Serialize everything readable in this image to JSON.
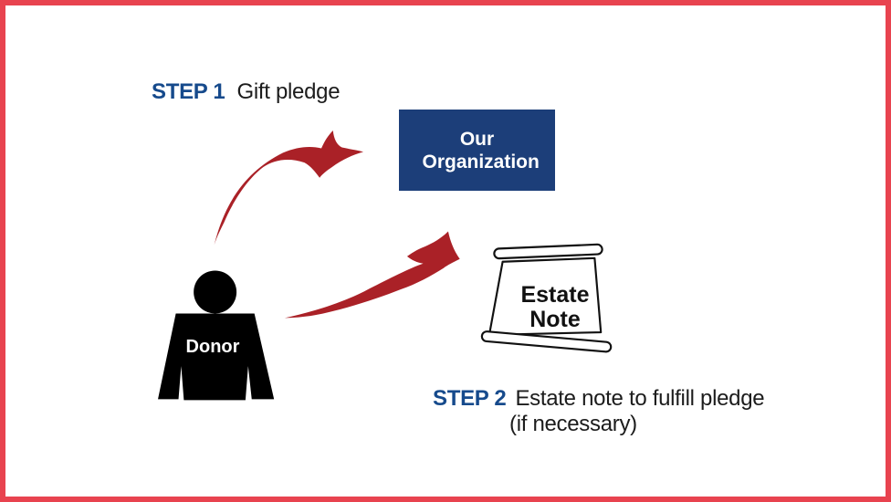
{
  "colors": {
    "border-red": "#E8434F",
    "arrow-red": "#AA2127",
    "step-blue": "#164A8C",
    "box-blue": "#1C3E79",
    "silhouette-black": "#000000",
    "text-black": "#1C1C1C"
  },
  "step1": {
    "label": "STEP 1",
    "text": "Gift pledge"
  },
  "organization_box": {
    "label": "Our Organization"
  },
  "donor": {
    "label": "Donor"
  },
  "estate_note": {
    "label": "Estate Note"
  },
  "step2": {
    "label": "STEP 2",
    "text": "Estate note to fulfill pledge",
    "note": "(if necessary)"
  }
}
